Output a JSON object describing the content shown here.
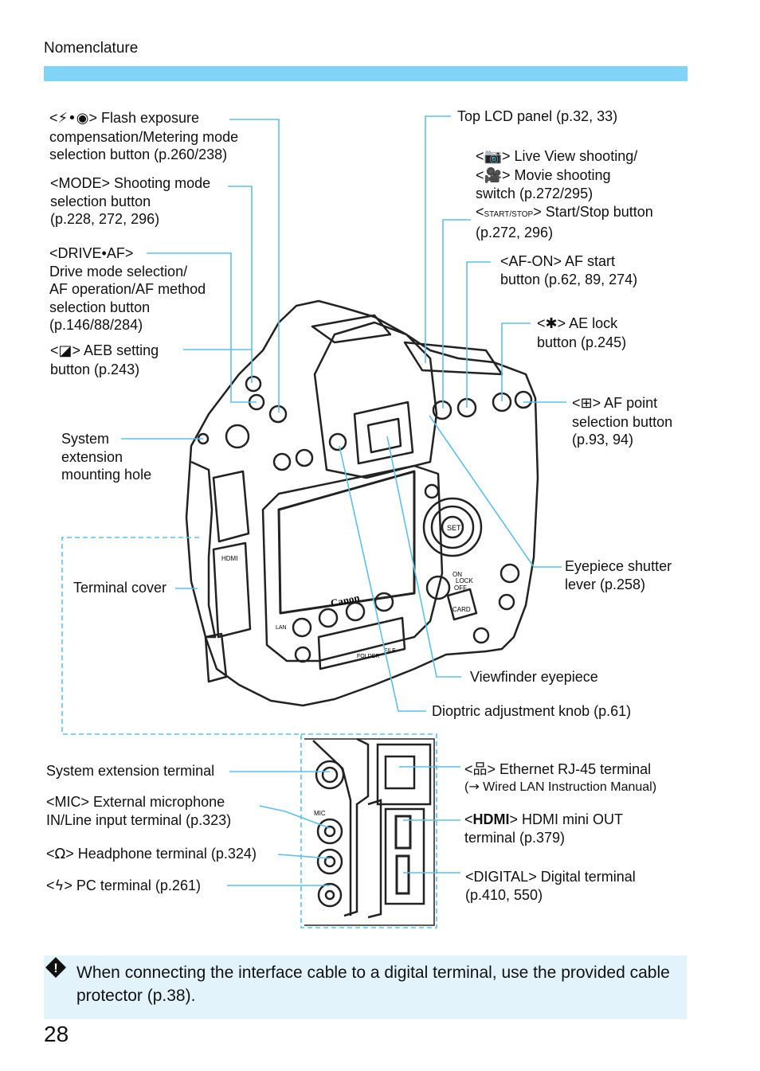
{
  "header": {
    "section": "Nomenclature"
  },
  "icons": {
    "flash_metering": "⚡•◉",
    "mode": "MODE",
    "drive_af": "DRIVE•AF",
    "aeb": "◪",
    "camera": "📷",
    "movie": "🎥",
    "start_stop": "START/STOP",
    "af_on": "AF-ON",
    "ae_lock": "✱",
    "af_point": "⊞",
    "ethernet": "品",
    "arrow": "→",
    "mic": "MIC",
    "headphone": "Ω",
    "pc": "ϟ",
    "hdmi": "HDMI",
    "digital": "DIGITAL",
    "caution": "!"
  },
  "labels": {
    "flash_metering": "> Flash exposure\ncompensation/Metering mode\nselection button (p.260/238)",
    "mode": "> Shooting mode\nselection button\n(p.228, 272, 296)",
    "drive_af_desc": "Drive mode selection/\nAF operation/AF method\nselection button\n(p.146/88/284)",
    "aeb": "> AEB setting\nbutton (p.243)",
    "system_ext_hole": "System\nextension\nmounting hole",
    "terminal_cover": "Terminal cover",
    "top_lcd": "Top LCD panel (p.32, 33)",
    "live_view": "> Live View shooting/",
    "movie": "> Movie shooting\nswitch (p.272/295)",
    "start_stop": "> Start/Stop button\n(p.272, 296)",
    "af_on": "> AF start\nbutton (p.62, 89, 274)",
    "ae_lock": "> AE lock\nbutton (p.245)",
    "af_point": "> AF point\nselection button\n(p.93, 94)",
    "eyepiece_shutter": "Eyepiece shutter\nlever (p.258)",
    "viewfinder": "Viewfinder eyepiece",
    "dioptric": "Dioptric adjustment knob (p.61)",
    "sys_ext_terminal": "System extension terminal",
    "mic": "> External microphone\nIN/Line input terminal (p.323)",
    "headphone": "> Headphone terminal (p.324)",
    "pc": "> PC terminal (p.261)",
    "ethernet": "> Ethernet RJ-45 terminal",
    "ethernet_ref": " Wired LAN Instruction Manual)",
    "hdmi": "> HDMI mini OUT\nterminal (p.379)",
    "digital": "> Digital terminal\n(p.410, 550)"
  },
  "camera_markings": {
    "brand": "Canon",
    "set": "SET",
    "card": "CARD",
    "folder": "FOLDER",
    "file": "FILE",
    "lan": "LAN",
    "on": "ON",
    "lock": "LOCK",
    "off": "OFF",
    "hdmi": "HDMI",
    "mic": "MIC"
  },
  "note": {
    "text": "When connecting the interface cable to a digital terminal, use the provided cable protector (p.38)."
  },
  "page_number": "28",
  "colors": {
    "accent_bar": "#7fd4f7",
    "leader_line": "#5bc0eb",
    "note_bg": "#e3f3fc"
  }
}
